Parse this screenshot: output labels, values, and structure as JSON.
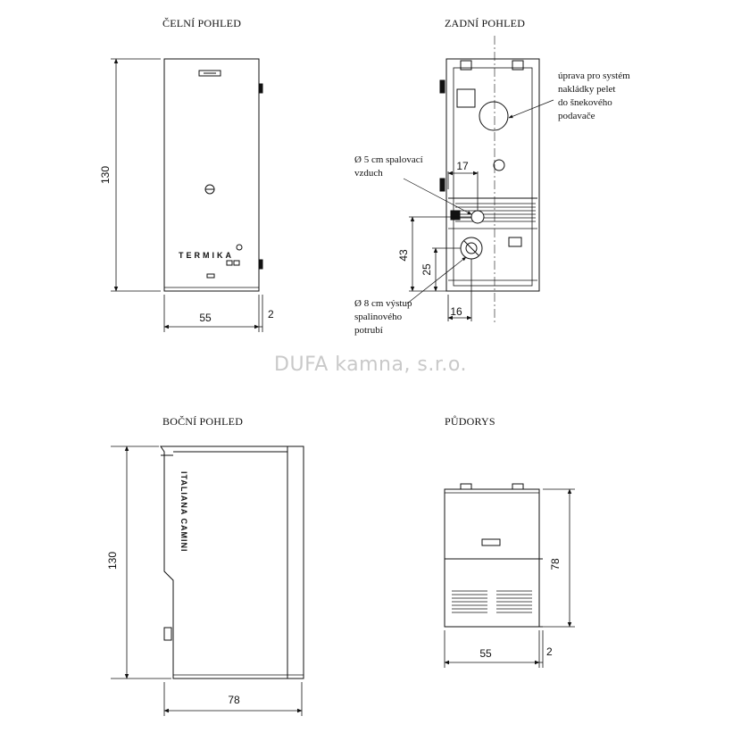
{
  "views": {
    "front": {
      "title": "ČELNÍ POHLED",
      "height_label": "130",
      "width_label": "55",
      "depth_label": "2",
      "brand": "TERMIKA"
    },
    "rear": {
      "title": "ZADNÍ POHLED",
      "note_pellet": [
        "úprava pro systém",
        "nakládky pelet",
        "do šnekového",
        "podavače"
      ],
      "note_air": [
        "Ø 5 cm spalovací",
        "vzduch"
      ],
      "note_flue": [
        "Ø 8 cm výstup",
        "spalinového",
        "potrubí"
      ],
      "dim_17": "17",
      "dim_43": "43",
      "dim_25": "25",
      "dim_16": "16"
    },
    "side": {
      "title": "BOČNÍ POHLED",
      "height_label": "130",
      "depth_label": "78",
      "brand": "ITALIANA CAMINI"
    },
    "plan": {
      "title": "PŮDORYS",
      "depth_label": "78",
      "width_label": "55",
      "offset_label": "2"
    }
  },
  "watermark": "DUFA kamna, s.r.o."
}
